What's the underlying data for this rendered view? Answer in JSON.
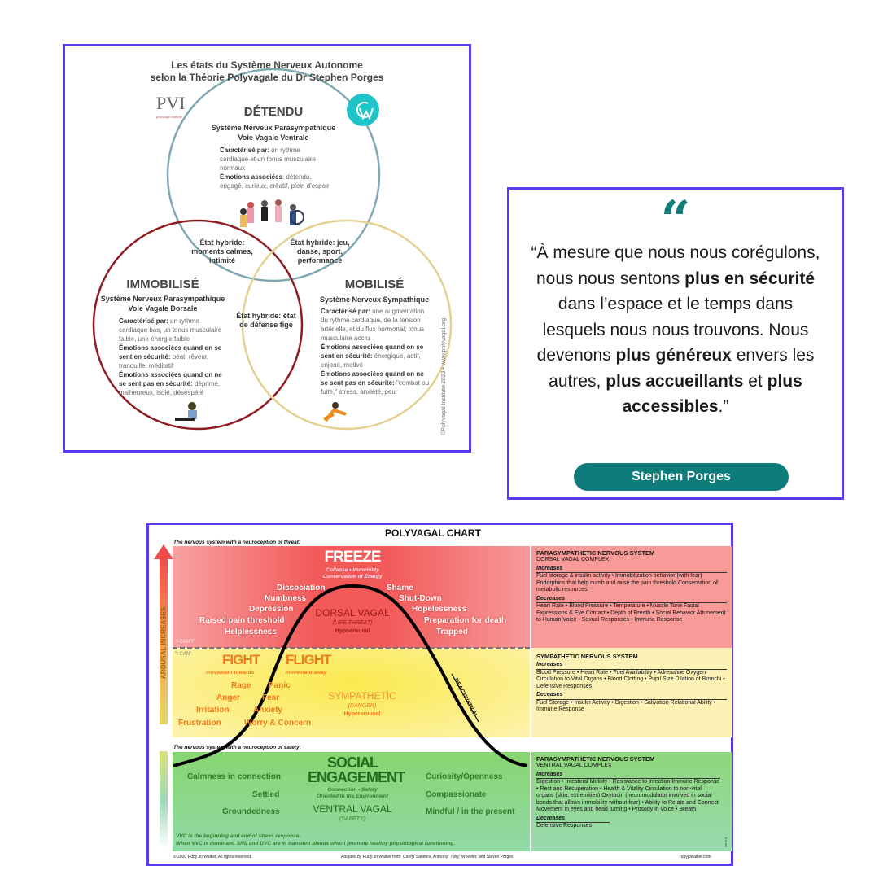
{
  "venn": {
    "title_line1": "Les états du Système Nerveux Autonome",
    "title_line2": "selon la Théorie Polyvagale du Dr Stephen Porges",
    "pvi_logo": "PVI",
    "pvi_sub": "polyvagal institute",
    "top": {
      "title": "DÉTENDU",
      "sub1": "Système Nerveux Parasympathique",
      "sub2": "Voie Vagale Ventrale",
      "l1": "Caractérisé par:",
      "t1": " un rythme cardiaque et un tonus musculaire normaux",
      "l2": "Émotions associées",
      "t2": ": détendu, engagé, curieux, créatif, plein d'espoir"
    },
    "left": {
      "title": "IMMOBILISÉ",
      "sub1": "Système Nerveux Parasympathique",
      "sub2": "Voie Vagale Dorsale",
      "l1": "Caractérisé par:",
      "t1": " un rythme cardiaque bas, un tonus musculaire faible, une énergie faible",
      "l2": "Émotions associées quand on se sent en sécurité:",
      "t2": " béat, rêveur, tranquille, méditatif",
      "l3": "Émotions associées quand on ne se sent pas en sécurité:",
      "t3": " déprimé, malheureux, isolé, désespéré"
    },
    "right": {
      "title": "MOBILISÉ",
      "sub1": "Système Nerveux Sympathique",
      "l1": "Caractérisé par:",
      "t1": " une augmentation du rythme cardiaque, de la tension artérielle, et du flux hormonal; tonus musculaire accru",
      "l2": "Émotions associées quand on se sent en sécurité:",
      "t2": " énergique, actif, enjoué, motivé",
      "l3": "Émotions associées quand on ne se sent pas en sécurité:",
      "t3": " \"combat ou fuite,\" stress, anxiété, peur"
    },
    "hybrid_tl": "État hybride: moments calmes, intimité",
    "hybrid_tr": "État hybride: jeu, danse, sport, performance",
    "hybrid_c": "État hybride: état de défense figé",
    "copyright": "©Polyvagal Institute 2023 • www.polyvagal.org",
    "colors": {
      "top": "#7ea8b2",
      "left": "#8e1c22",
      "right": "#e2d190"
    }
  },
  "quote": {
    "p1": "“À mesure que nous nous corégulons, nous nous sentons ",
    "b1": "plus en sécurité",
    "p2": " dans l’espace et le temps dans lesquels nous nous trouvons. Nous devenons ",
    "b2": "plus généreux",
    "p3": " envers les autres, ",
    "b3": "plus accueillants",
    "p4": " et ",
    "b4": "plus accessibles",
    "p5": ".”",
    "author": "Stephen Porges",
    "accent": "#0e7c7b"
  },
  "chart": {
    "title": "POLYVAGAL CHART",
    "threat_label": "The nervous system with a neuroception of threat:",
    "safety_label": "The nervous system with a neuroception of safety:",
    "arousal": "AROUSAL INCREASES",
    "i_cant": "\"I CAN'T\"",
    "i_can": "\"I CAN\"",
    "freeze": {
      "title": "FREEZE",
      "sub1": "Collapse • Immobility",
      "sub2": "Conservation of Energy",
      "left": [
        "Dissociation",
        "Numbness",
        "Depression",
        "Raised pain threshold",
        "Helplessness"
      ],
      "right": [
        "Shame",
        "Shut-Down",
        "Hopelessness",
        "Preparation for death",
        "Trapped"
      ],
      "center": "DORSAL VAGAL",
      "center_sub": "(LIFE THREAT)",
      "center_sub2": "Hypoarousal"
    },
    "fight": {
      "title": "FIGHT",
      "sub": "movement towards",
      "words": [
        "Rage",
        "Anger",
        "Irritation",
        "Frustration"
      ]
    },
    "flight": {
      "title": "FLIGHT",
      "sub": "movement away",
      "words": [
        "Panic",
        "Fear",
        "Anxiety",
        "Worry & Concern"
      ]
    },
    "sympathetic": {
      "title": "SYMPATHETIC",
      "sub": "(DANGER)",
      "sub2": "Hyperarousal"
    },
    "deactivation": "DEACTIVATION",
    "social": {
      "title1": "SOCIAL",
      "title2": "ENGAGEMENT",
      "sub1": "Connection • Safety",
      "sub2": "Oriented to the Environment",
      "left": [
        "Calmness in connection",
        "Settled",
        "Groundedness"
      ],
      "right": [
        "Curiosity/Openness",
        "Compassionate",
        "Mindful / in the present"
      ],
      "center": "VENTRAL VAGAL",
      "center_sub": "(SAFETY)",
      "note1": "VVC is the beginning and end of stress response.",
      "note2": "When VVC is dominant, SNS and DVC are in transient blends which promote healthy physiological functioning."
    },
    "footer_left": "© 2020 Ruby Jo Walker, All rights reserved.",
    "footer_mid": "Adapted by Ruby Jo Walker from: Cheryl Sanders, Anthony \"Twig\" Wheeler, and Steven Porges.",
    "footer_right": "rubyjowalker.com",
    "version": "ver 9.0",
    "panels": {
      "dorsal": {
        "title": "PARASYMPATHETIC NERVOUS SYSTEM",
        "sub": "DORSAL VAGAL  COMPLEX",
        "inc": "Increases",
        "inc_text": "Fuel storage & insulin activity • Immobilization behavior (with fear) Endorphins that help numb and raise the pain threshold Conservation of metabolic resources",
        "dec": "Decreases",
        "dec_text": "Heart Rate • Blood Pressure • Temperature • Muscle Tone Facial Expressions & Eye Contact • Depth of Breath • Social Behavior Attunement to Human Voice • Sexual Responses • Immune Response"
      },
      "symp": {
        "title": "SYMPATHETIC NERVOUS SYSTEM",
        "inc": "Increases",
        "inc_text": "Blood Pressure • Heart Rate • Fuel Availability • Adrenaline Oxygen Circulation to Vital Organs • Blood Clotting • Pupil Size Dilation of Bronchi • Defensive Responses",
        "dec": "Deceases",
        "dec_text": "Fuel Storage • Insulin Activity • Digestion • Salivation Relational Ability • Immune Response"
      },
      "ventral": {
        "title": "PARASYMPATHETIC NERVOUS SYSTEM",
        "sub": "VENTRAL VAGAL COMPLEX",
        "inc": "Increases",
        "inc_text": "Digestion • Intestinal Motility • Resistance to Infection Immune Response • Rest and Recuperation • Health & Vitality Circulation to non-vital organs (skin, extremities) Oxytocin (neuromodulator involved in social bonds that allows immobility without fear) • Ability to Relate and Connect Movement in eyes and head turning • Prosody in voice • Breath",
        "dec": "Decreases",
        "dec_text": "Defensive Responses"
      }
    }
  }
}
